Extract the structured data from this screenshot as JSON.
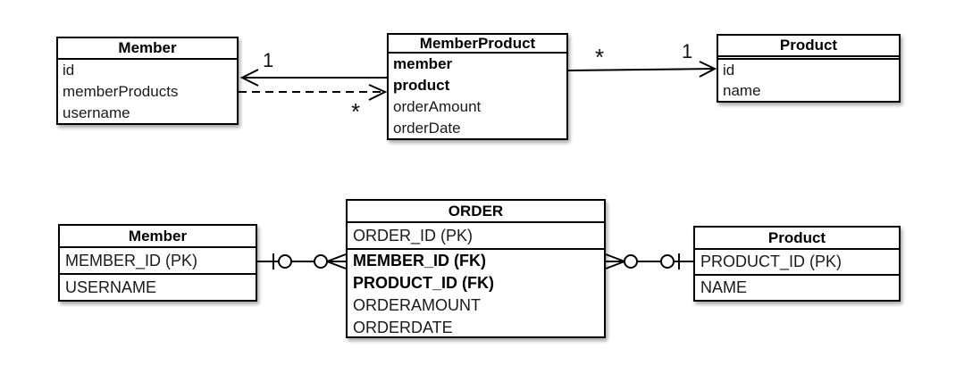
{
  "uml": {
    "member": {
      "title": "Member",
      "fields": [
        "id",
        "memberProducts",
        "username"
      ]
    },
    "member_product": {
      "title": "MemberProduct",
      "fields": [
        "member",
        "product",
        "orderAmount",
        "orderDate"
      ]
    },
    "product": {
      "title": "Product",
      "fields": [
        "id",
        "name"
      ]
    },
    "labels": {
      "member_side_one": "1",
      "memberproduct_side_many": "*",
      "assoc_source_many": "*",
      "product_side_one": "1"
    }
  },
  "erd": {
    "member": {
      "title": "Member",
      "rows": [
        "MEMBER_ID (PK)",
        "USERNAME"
      ]
    },
    "order": {
      "title": "ORDER",
      "key_row": "ORDER_ID (PK)",
      "rows": [
        "MEMBER_ID (FK)",
        "PRODUCT_ID (FK)",
        "ORDERAMOUNT",
        "ORDERDATE"
      ]
    },
    "product": {
      "title": "Product",
      "rows": [
        "PRODUCT_ID (PK)",
        "NAME"
      ]
    }
  },
  "colors": {
    "line": "#000000",
    "box_background": "#ffffff",
    "text": "#1a1a1a"
  }
}
